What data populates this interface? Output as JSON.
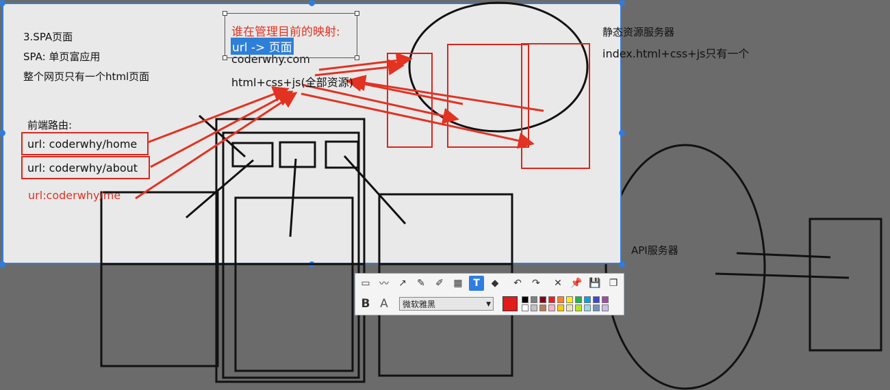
{
  "colors": {
    "accent": "#2f7de1",
    "annotation_red": "#e23222"
  },
  "notes": {
    "spa_title": "3.SPA页面",
    "spa_desc": "SPA: 单页富应用",
    "spa_html": "整个网页只有一个html页面",
    "frontend_routing": "前端路由:",
    "route_home": "url: coderwhy/home",
    "route_about": "url: coderwhy/about",
    "route_me": "url:coderwhy/me",
    "mapping_question": "谁在管理目前的映射:",
    "mapping_value": "url -> 页面",
    "domain": "coderwhy.com",
    "resources": "html+css+js(全部资源)",
    "static_server": "静态资源服务器",
    "static_desc": "index.html+css+js只有一个",
    "api_server": "API服务器"
  },
  "toolbar": {
    "tools": [
      "rectangle-tool",
      "polyline-tool",
      "arrow-tool",
      "pen-tool",
      "marker-tool",
      "mosaic-tool",
      "text-tool",
      "eraser-tool",
      "undo",
      "redo",
      "close",
      "pin",
      "save",
      "copy"
    ],
    "active_tool": "text-tool",
    "bold_label": "B",
    "font_style_label": "A",
    "font_name": "微软雅黑",
    "selected_color": "#e21b1b",
    "palette": [
      "#000000",
      "#7f7f7f",
      "#880015",
      "#ed1c24",
      "#ff7f27",
      "#fff200",
      "#22b14c",
      "#00a2e8",
      "#3f48cc",
      "#a349a4",
      "#ffffff",
      "#c3c3c3",
      "#b97a57",
      "#ffaec9",
      "#ffc90e",
      "#efe4b0",
      "#b5e61d",
      "#99d9ea",
      "#7092be",
      "#c8bfe7"
    ]
  }
}
